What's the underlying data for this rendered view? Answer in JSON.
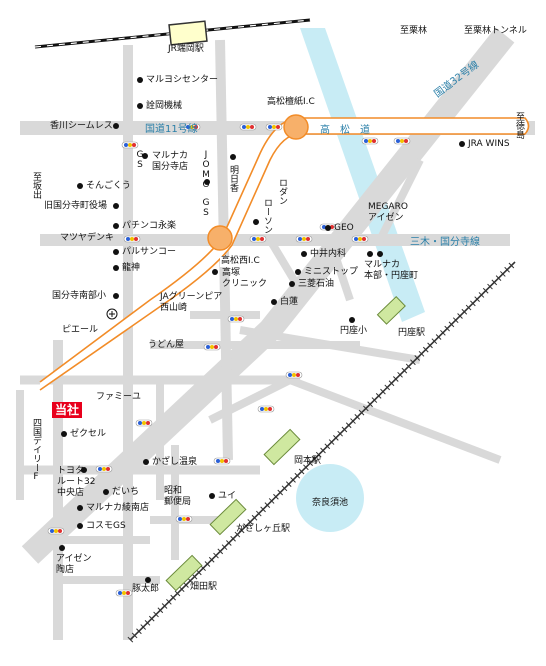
{
  "map": {
    "own_company": "当社",
    "stations": [
      {
        "id": "jr-hataoka",
        "name": "JR端岡駅"
      },
      {
        "id": "enza",
        "name": "円座駅"
      },
      {
        "id": "okamoto",
        "name": "岡本駅"
      },
      {
        "id": "kazashigaoka",
        "name": "かざしヶ丘駅"
      },
      {
        "id": "hatada",
        "name": "畑田駅"
      }
    ],
    "roads": {
      "route11": "国道11号線",
      "route32": "国道32号線",
      "takamatsu_exp": "高　松　道",
      "miki_kokubunji": "三木・国分寺線",
      "takamatsu_hinoki_ic": "高松檀紙I.C",
      "takamatsu_nishi_ic": "高松西I.C"
    },
    "directions": [
      {
        "id": "to-kuribayashi",
        "text": "至栗林"
      },
      {
        "id": "to-kuribayashi-tunnel",
        "text": "至栗林トンネル"
      },
      {
        "id": "to-sakaide",
        "text": "至坂出"
      },
      {
        "id": "to-tokushima",
        "text": "至徳島"
      }
    ],
    "places": [
      {
        "id": "maruyoshi",
        "text": "マルヨシセンター"
      },
      {
        "id": "senoh",
        "text": "詮岡機械"
      },
      {
        "id": "kagawa-seamless",
        "text": "香川シームレス"
      },
      {
        "id": "gs1",
        "text": "GS"
      },
      {
        "id": "marunaka-kokubunji",
        "text": "マルナカ\n国分寺店"
      },
      {
        "id": "jomo",
        "text": "JOMO"
      },
      {
        "id": "gs2",
        "text": "GS"
      },
      {
        "id": "meijitsu",
        "text": "明日香"
      },
      {
        "id": "sonkogura",
        "text": "そんごくう"
      },
      {
        "id": "old-town-office",
        "text": "旧国分寺町役場"
      },
      {
        "id": "lawson",
        "text": "ローソン"
      },
      {
        "id": "rodan",
        "text": "ロダン"
      },
      {
        "id": "geo",
        "text": "GEO"
      },
      {
        "id": "megaro",
        "text": "MEGARO\nアイゼン"
      },
      {
        "id": "jra-wins",
        "text": "JRA WINS"
      },
      {
        "id": "matsuya-denki",
        "text": "マツヤデンキ"
      },
      {
        "id": "pachinko",
        "text": "パチンコ永楽"
      },
      {
        "id": "palsan-kou",
        "text": "パルサンコー"
      },
      {
        "id": "ryujin",
        "text": "龍神"
      },
      {
        "id": "nakai-clinic",
        "text": "中井内科"
      },
      {
        "id": "ministop",
        "text": "ミニストップ"
      },
      {
        "id": "mitsubishi-oil",
        "text": "三菱石油"
      },
      {
        "id": "marunaka-enza",
        "text": "マルナカ\n本部・円座町"
      },
      {
        "id": "takatsuka-clinic",
        "text": "高塚\nクリニック"
      },
      {
        "id": "kokubunji-minami",
        "text": "国分寺南部小"
      },
      {
        "id": "ja-green",
        "text": "JAグリーンピア\n西山崎"
      },
      {
        "id": "hakuren",
        "text": "白蓮"
      },
      {
        "id": "pierre",
        "text": "ピエール"
      },
      {
        "id": "udonya",
        "text": "うどん屋"
      },
      {
        "id": "enza-elem",
        "text": "円座小"
      },
      {
        "id": "family-mart",
        "text": "ファミーユ"
      },
      {
        "id": "shikoku-dairy",
        "text": "四国デイリーF"
      },
      {
        "id": "zexel",
        "text": "ゼクセル"
      },
      {
        "id": "kazashi-onsen",
        "text": "かざし温泉"
      },
      {
        "id": "toyota",
        "text": "トヨタ\nルート32\n中央店"
      },
      {
        "id": "daichi",
        "text": "だいち"
      },
      {
        "id": "showa-post",
        "text": "昭和\n郵便局"
      },
      {
        "id": "yui",
        "text": "ユイ"
      },
      {
        "id": "marunaka-ryonan",
        "text": "マルナカ綾南店"
      },
      {
        "id": "cosmo-gs",
        "text": "コスモGS"
      },
      {
        "id": "aizen-sueda",
        "text": "アイゼン\n陶店"
      },
      {
        "id": "butataro",
        "text": "豚太郎"
      },
      {
        "id": "narasu-pond",
        "text": "奈良須池"
      }
    ],
    "colors": {
      "expressway": "#f28c28",
      "ic_fill": "#f7b06a",
      "road": "#d9d9d9",
      "river": "#c8ecf5",
      "pond": "#c8ecf5",
      "station": "#cfe8a0",
      "brand": "#e8001c",
      "road_label": "#2a7fa8"
    }
  }
}
